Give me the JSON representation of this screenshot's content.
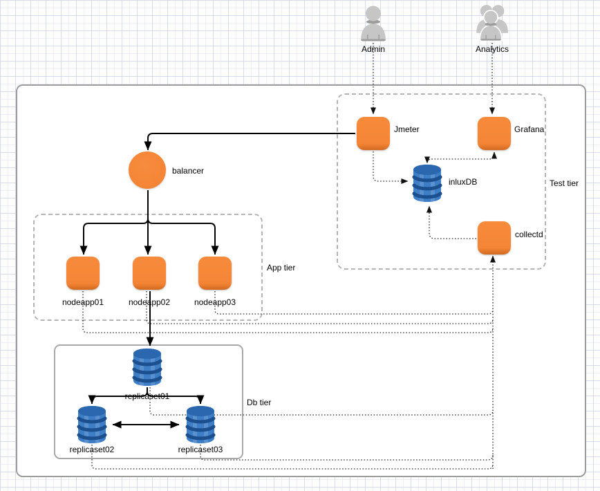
{
  "actors": {
    "admin": {
      "label": "Admin"
    },
    "analytics": {
      "label": "Analytics"
    }
  },
  "tiers": {
    "test": {
      "label": "Test tier"
    },
    "app": {
      "label": "App tier"
    },
    "db": {
      "label": "Db tier"
    }
  },
  "nodes": {
    "jmeter": {
      "label": "Jmeter"
    },
    "grafana": {
      "label": "Grafana"
    },
    "influxdb": {
      "label": "inluxDB"
    },
    "collectd": {
      "label": "collectd"
    },
    "balancer": {
      "label": "balancer"
    },
    "nodeapp01": {
      "label": "nodeapp01"
    },
    "nodeapp02": {
      "label": "nodeapp02"
    },
    "nodeapp03": {
      "label": "nodeapp03"
    },
    "replicaset01": {
      "label": "replicaset01"
    },
    "replicaset02": {
      "label": "replicaset02"
    },
    "replicaset03": {
      "label": "replicaset03"
    }
  },
  "colors": {
    "node_orange": "#F58536",
    "node_orange_shadow": "#D16A20",
    "db_blue": "#3E7EC6",
    "db_blue_dark": "#1B4F8E",
    "actor_gray": "#C6C6C6",
    "actor_gray_shadow": "#9D9D9D",
    "boundary_gray": "#9C9C9C",
    "tier_dash_gray": "#B4B4B4",
    "edge_black": "#000000"
  }
}
